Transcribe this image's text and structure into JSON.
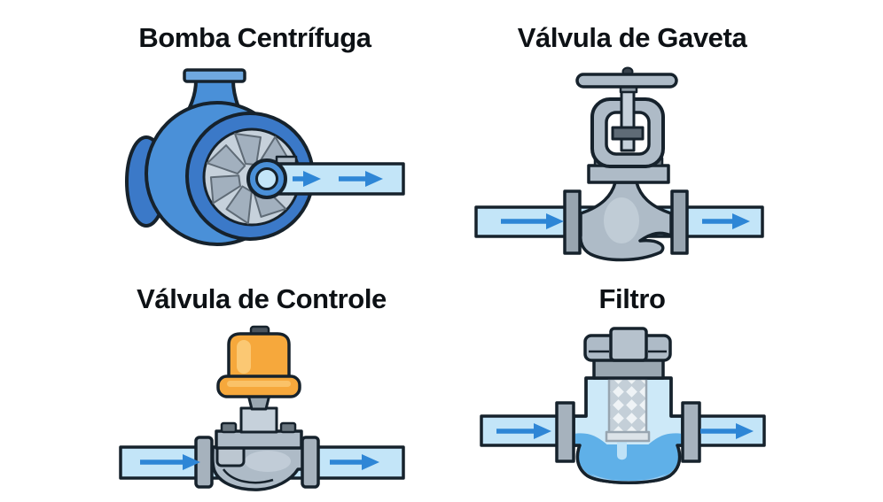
{
  "figure": {
    "type": "equipment-diagram",
    "language": "pt-BR",
    "flow_direction": "left-to-right"
  },
  "panels": [
    {
      "id": "bomba-centrifuga",
      "label": "Bomba Centrífuga",
      "equipment": "centrifugal-pump",
      "position": "top-left",
      "flow_arrows": 2
    },
    {
      "id": "valvula-de-gaveta",
      "label": "Válvula de Gaveta",
      "equipment": "gate-valve",
      "position": "top-right",
      "flow_arrows": 2
    },
    {
      "id": "valvula-de-controle",
      "label": "Válvula de Controle",
      "equipment": "control-valve",
      "position": "bottom-left",
      "flow_arrows": 2
    },
    {
      "id": "filtro",
      "label": "Filtro",
      "equipment": "strainer-filter",
      "position": "bottom-right",
      "flow_arrows": 2
    }
  ],
  "colors": {
    "background": "#FFFFFF",
    "outline": "#16222C",
    "title_text": "#0D1115",
    "pipe_fill": "#C3E5F8",
    "flow_arrow": "#2E86D6",
    "pump_body_blue": "#4A90D8",
    "pump_rim_blue": "#3B79C8",
    "pump_flange_blue": "#6FA8E0",
    "metal_gray": "#AEBBC7",
    "metal_gray_dark": "#8E9AA4",
    "metal_gray_light": "#C6D1DB",
    "bolt_gray": "#6B7780",
    "actuator_orange": "#F6A83C",
    "actuator_orange_light": "#FBC873",
    "water_blue": "#5FB0E8",
    "drip_blue": "#BFE2F7",
    "mesh_cell": "#C4CFD8",
    "mesh_diamond": "#EFF3F6"
  }
}
